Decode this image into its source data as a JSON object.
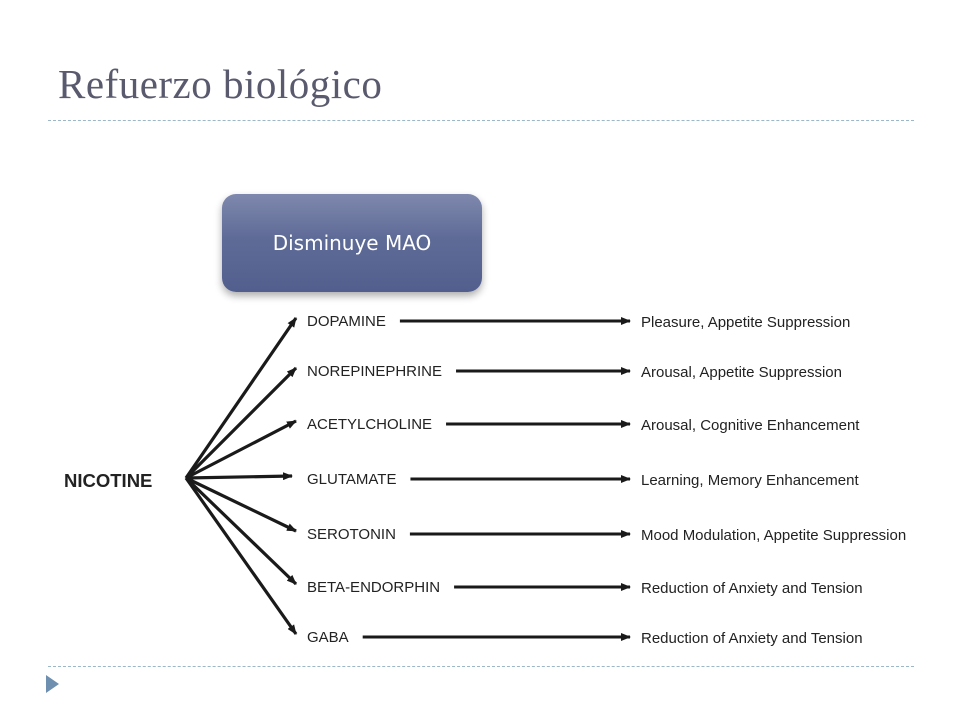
{
  "slide": {
    "title": "Refuerzo biológico"
  },
  "callout": {
    "label": "Disminuye MAO"
  },
  "diagram": {
    "source": "NICOTINE",
    "pathways": [
      {
        "neurotransmitter": "DOPAMINE",
        "effect": "Pleasure, Appetite Suppression"
      },
      {
        "neurotransmitter": "NOREPINEPHRINE",
        "effect": "Arousal, Appetite Suppression"
      },
      {
        "neurotransmitter": "ACETYLCHOLINE",
        "effect": "Arousal, Cognitive Enhancement"
      },
      {
        "neurotransmitter": "GLUTAMATE",
        "effect": "Learning, Memory Enhancement"
      },
      {
        "neurotransmitter": "SEROTONIN",
        "effect": "Mood Modulation, Appetite Suppression"
      },
      {
        "neurotransmitter": "BETA-ENDORPHIN",
        "effect": "Reduction of Anxiety and Tension"
      },
      {
        "neurotransmitter": "GABA",
        "effect": "Reduction of Anxiety and Tension"
      }
    ]
  }
}
